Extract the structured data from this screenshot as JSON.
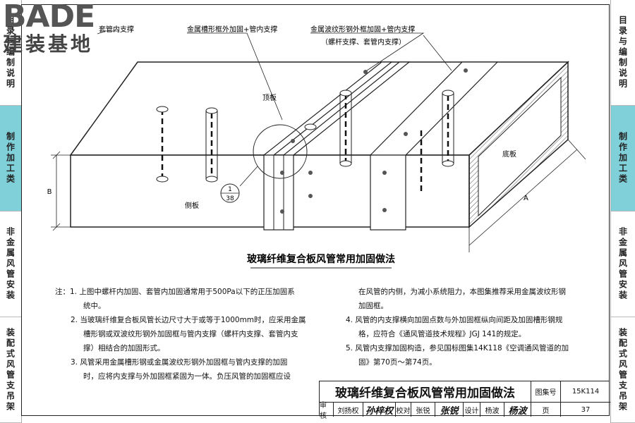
{
  "left_tabs": [
    {
      "label": "目录与编制说明",
      "active": false
    },
    {
      "label": "制作加工类",
      "active": true
    },
    {
      "label": "非金属风管安装",
      "active": false
    },
    {
      "label": "装配式风管支吊架",
      "active": false
    }
  ],
  "right_tabs": [
    {
      "label": "目录与编制说明",
      "active": false
    },
    {
      "label": "制作加工类",
      "active": true
    },
    {
      "label": "非金属风管安装",
      "active": false
    },
    {
      "label": "装配式风管支吊架",
      "active": false
    }
  ],
  "logo": {
    "en": "BADE",
    "cn": "建装基地"
  },
  "diagram": {
    "callout_inner": "套管内支撑",
    "callout_channel": "金属槽形框外加固+管内支撑",
    "callout_corrugated": "金属波纹形钢外框加固+管内支撑",
    "callout_corrugated_sub": "（螺杆支撑、套管内支撑）",
    "label_top": "顶板",
    "label_side": "侧板",
    "label_bottom": "底板",
    "dim_b": "B",
    "dim_a": "A",
    "detail_num": "1",
    "detail_page": "38",
    "caption": "玻璃纤维复合板风管常用加固做法"
  },
  "notes": {
    "prefix": "注：",
    "n1": "1. 上图中螺杆内加固、套管内加固通常用于500Pa以下的正压加固系",
    "n1b": "统中。",
    "n2": "2. 当玻璃纤维复合板风管长边尺寸大于或等于1000mm时，应采用金属",
    "n2b": "槽形钢或双波纹形钢外加固框与管内支撑（螺杆内支撑、套管内支",
    "n2c": "撑）相结合的加固形式。",
    "n3": "3. 风管采用金属槽形钢或金属波纹形钢外加固框与管内支撑的加固",
    "n3b": "时，应将内支撑与外加固框紧固为一体。负压风管的加固框应设",
    "r1": "在风管的内侧，为减小系统阻力，本图集推荐采用金属波纹形钢",
    "r1b": "加固框。",
    "n4": "4. 风管的内支撑横向加固点数与外加固框纵向间距及加固槽形钢规",
    "n4b": "格，应符合《通风管道技术规程》JGJ 141的规定。",
    "n5": "5. 风管内支撑加固构造，参见国标图集14K118《空调通风管道的加",
    "n5b": "固》第70页～第74页。"
  },
  "title_block": {
    "title": "玻璃纤维复合板风管常用加固做法",
    "atlas_label": "图集号",
    "atlas_no": "15K114",
    "review_label": "审核",
    "reviewer": "刘扬权",
    "review_sign": "孙梓权",
    "check_label": "校对",
    "checker": "张锐",
    "check_sign": "张锐",
    "design_label": "设计",
    "designer": "杨波",
    "design_sign": "杨波",
    "page_label": "页",
    "page_no": "37"
  }
}
